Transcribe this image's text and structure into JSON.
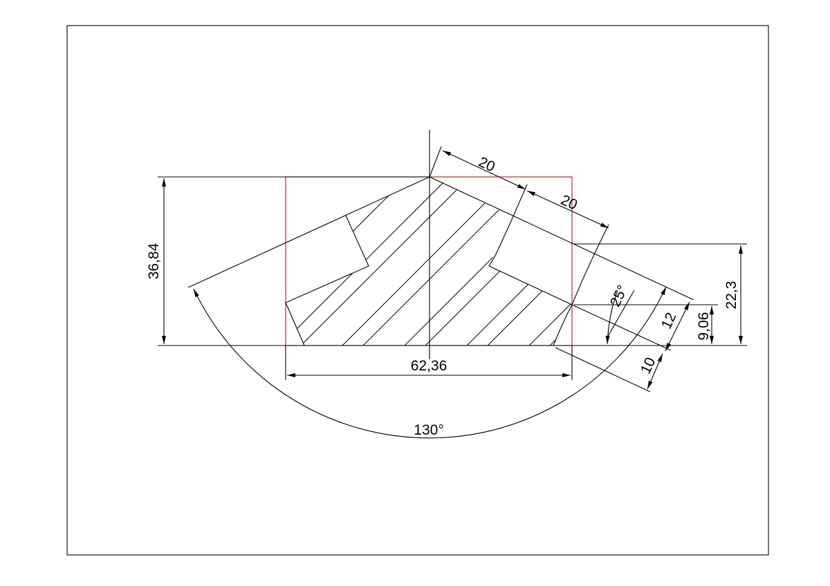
{
  "drawing": {
    "dimensions": {
      "height_total": "36,84",
      "width_total": "62,36",
      "cone_angle": "130°",
      "face_width_1": "20",
      "face_width_2": "20",
      "height_right": "22,3",
      "height_small": "9,06",
      "tooth_depth": "12",
      "offset": "10",
      "tooth_angle": "25°"
    },
    "colors": {
      "outline": "#000000",
      "bounding_box": "#c0262d"
    }
  }
}
